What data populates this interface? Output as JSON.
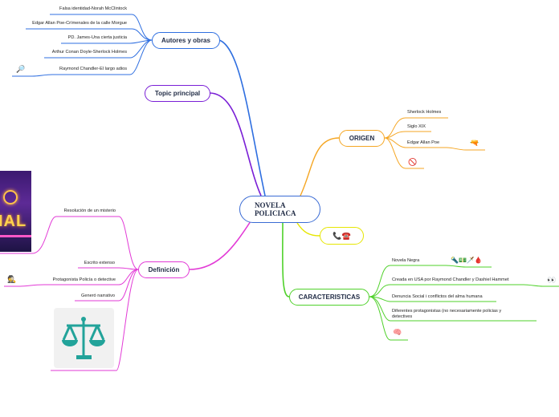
{
  "central": {
    "line1": "NOVELA",
    "line2": "POLICIACA"
  },
  "branches": {
    "autores": {
      "label": "Autores y obras",
      "items": [
        "Falsa identidad-Norah McClintock",
        "Edgar Allan Poe-Crímenales de la calle Morgue",
        "PD. James-Una cierta justicia",
        "Arthur Conan Doyle-Sherlock Holmes",
        "Raymond Chandler-El largo adios"
      ]
    },
    "topic": {
      "label": "Topic principal"
    },
    "origen": {
      "label": "ORIGEN",
      "items": [
        "Sherlock Holmes",
        "Siglo XIX",
        "Edgar Allan Poe"
      ]
    },
    "phone": {
      "label": "📞☎️"
    },
    "caracteristicas": {
      "label": "CARACTERISTICAS",
      "items": [
        "Novela Negra",
        "Creada en USA por Raymond Chandler y Dashiel Hammet",
        "Denuncia Social i conflictos del alma humana",
        "Diferentes protagonistas (no necesariamente policias y detectives"
      ]
    },
    "definicion": {
      "label": "Definición",
      "items": [
        "Resolución de un misterio",
        "Escrito extenso",
        "Protagonista Policía o detective",
        "Generó narrativo"
      ]
    }
  },
  "icons": {
    "magnifier": "🔎",
    "gun": "🔫",
    "prohibited": "🚫",
    "noir_icons": "🔦💵🗡️🩸",
    "eyes": "👀",
    "brain": "🧠",
    "detective": "🕵️"
  },
  "colors": {
    "blue": "#2f6fe0",
    "purple": "#7a1fd6",
    "orange": "#f5a623",
    "yellow": "#e6e600",
    "green": "#4fd12a",
    "magenta": "#e23ad6"
  }
}
